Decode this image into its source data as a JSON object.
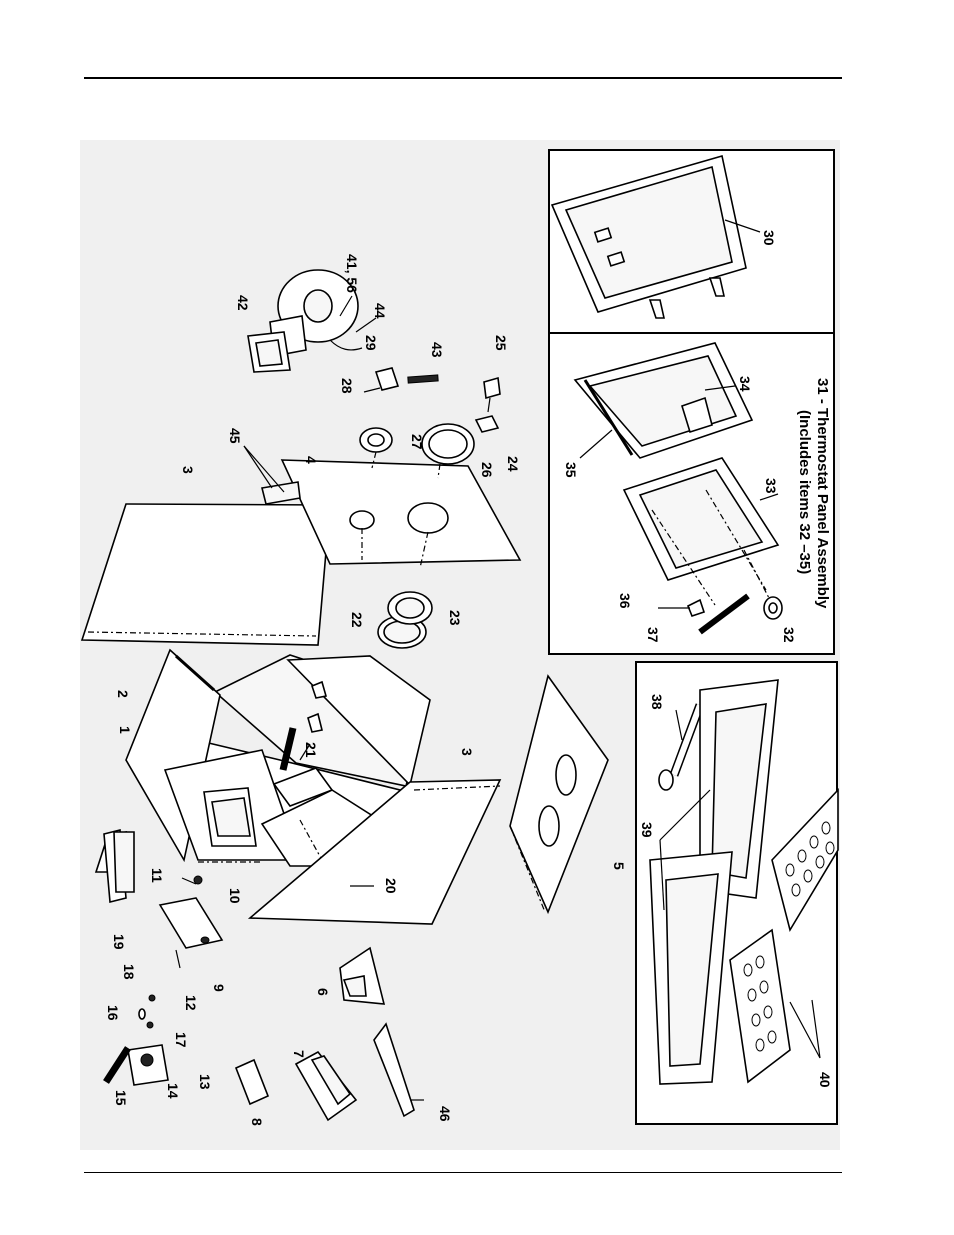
{
  "diagram": {
    "inset_caption": {
      "line1": "31 - Thermostat Panel Assembly",
      "line2": "(Includes items 32 –35)"
    },
    "callouts": [
      {
        "id": "c1",
        "text": "1"
      },
      {
        "id": "c2",
        "text": "2"
      },
      {
        "id": "c3a",
        "text": "3"
      },
      {
        "id": "c3b",
        "text": "3"
      },
      {
        "id": "c4",
        "text": "4"
      },
      {
        "id": "c5",
        "text": "5"
      },
      {
        "id": "c6",
        "text": "6"
      },
      {
        "id": "c7",
        "text": "7"
      },
      {
        "id": "c8",
        "text": "8"
      },
      {
        "id": "c9",
        "text": "9"
      },
      {
        "id": "c10",
        "text": "10"
      },
      {
        "id": "c11",
        "text": "11"
      },
      {
        "id": "c12",
        "text": "12"
      },
      {
        "id": "c13",
        "text": "13"
      },
      {
        "id": "c14",
        "text": "14"
      },
      {
        "id": "c15",
        "text": "15"
      },
      {
        "id": "c16",
        "text": "16"
      },
      {
        "id": "c17",
        "text": "17"
      },
      {
        "id": "c18",
        "text": "18"
      },
      {
        "id": "c19",
        "text": "19"
      },
      {
        "id": "c20",
        "text": "20"
      },
      {
        "id": "c21",
        "text": "21"
      },
      {
        "id": "c22",
        "text": "22"
      },
      {
        "id": "c23",
        "text": "23"
      },
      {
        "id": "c24",
        "text": "24"
      },
      {
        "id": "c25",
        "text": "25"
      },
      {
        "id": "c26",
        "text": "26"
      },
      {
        "id": "c27",
        "text": "27"
      },
      {
        "id": "c28",
        "text": "28"
      },
      {
        "id": "c29",
        "text": "29"
      },
      {
        "id": "c30",
        "text": "30"
      },
      {
        "id": "c32",
        "text": "32"
      },
      {
        "id": "c33",
        "text": "33"
      },
      {
        "id": "c34",
        "text": "34"
      },
      {
        "id": "c35",
        "text": "35"
      },
      {
        "id": "c36",
        "text": "36"
      },
      {
        "id": "c37",
        "text": "37"
      },
      {
        "id": "c38",
        "text": "38"
      },
      {
        "id": "c39",
        "text": "39"
      },
      {
        "id": "c40",
        "text": "40"
      },
      {
        "id": "c4156",
        "text": "41, 56"
      },
      {
        "id": "c42",
        "text": "42"
      },
      {
        "id": "c43",
        "text": "43"
      },
      {
        "id": "c44",
        "text": "44"
      },
      {
        "id": "c45",
        "text": "45"
      },
      {
        "id": "c46",
        "text": "46"
      }
    ]
  }
}
